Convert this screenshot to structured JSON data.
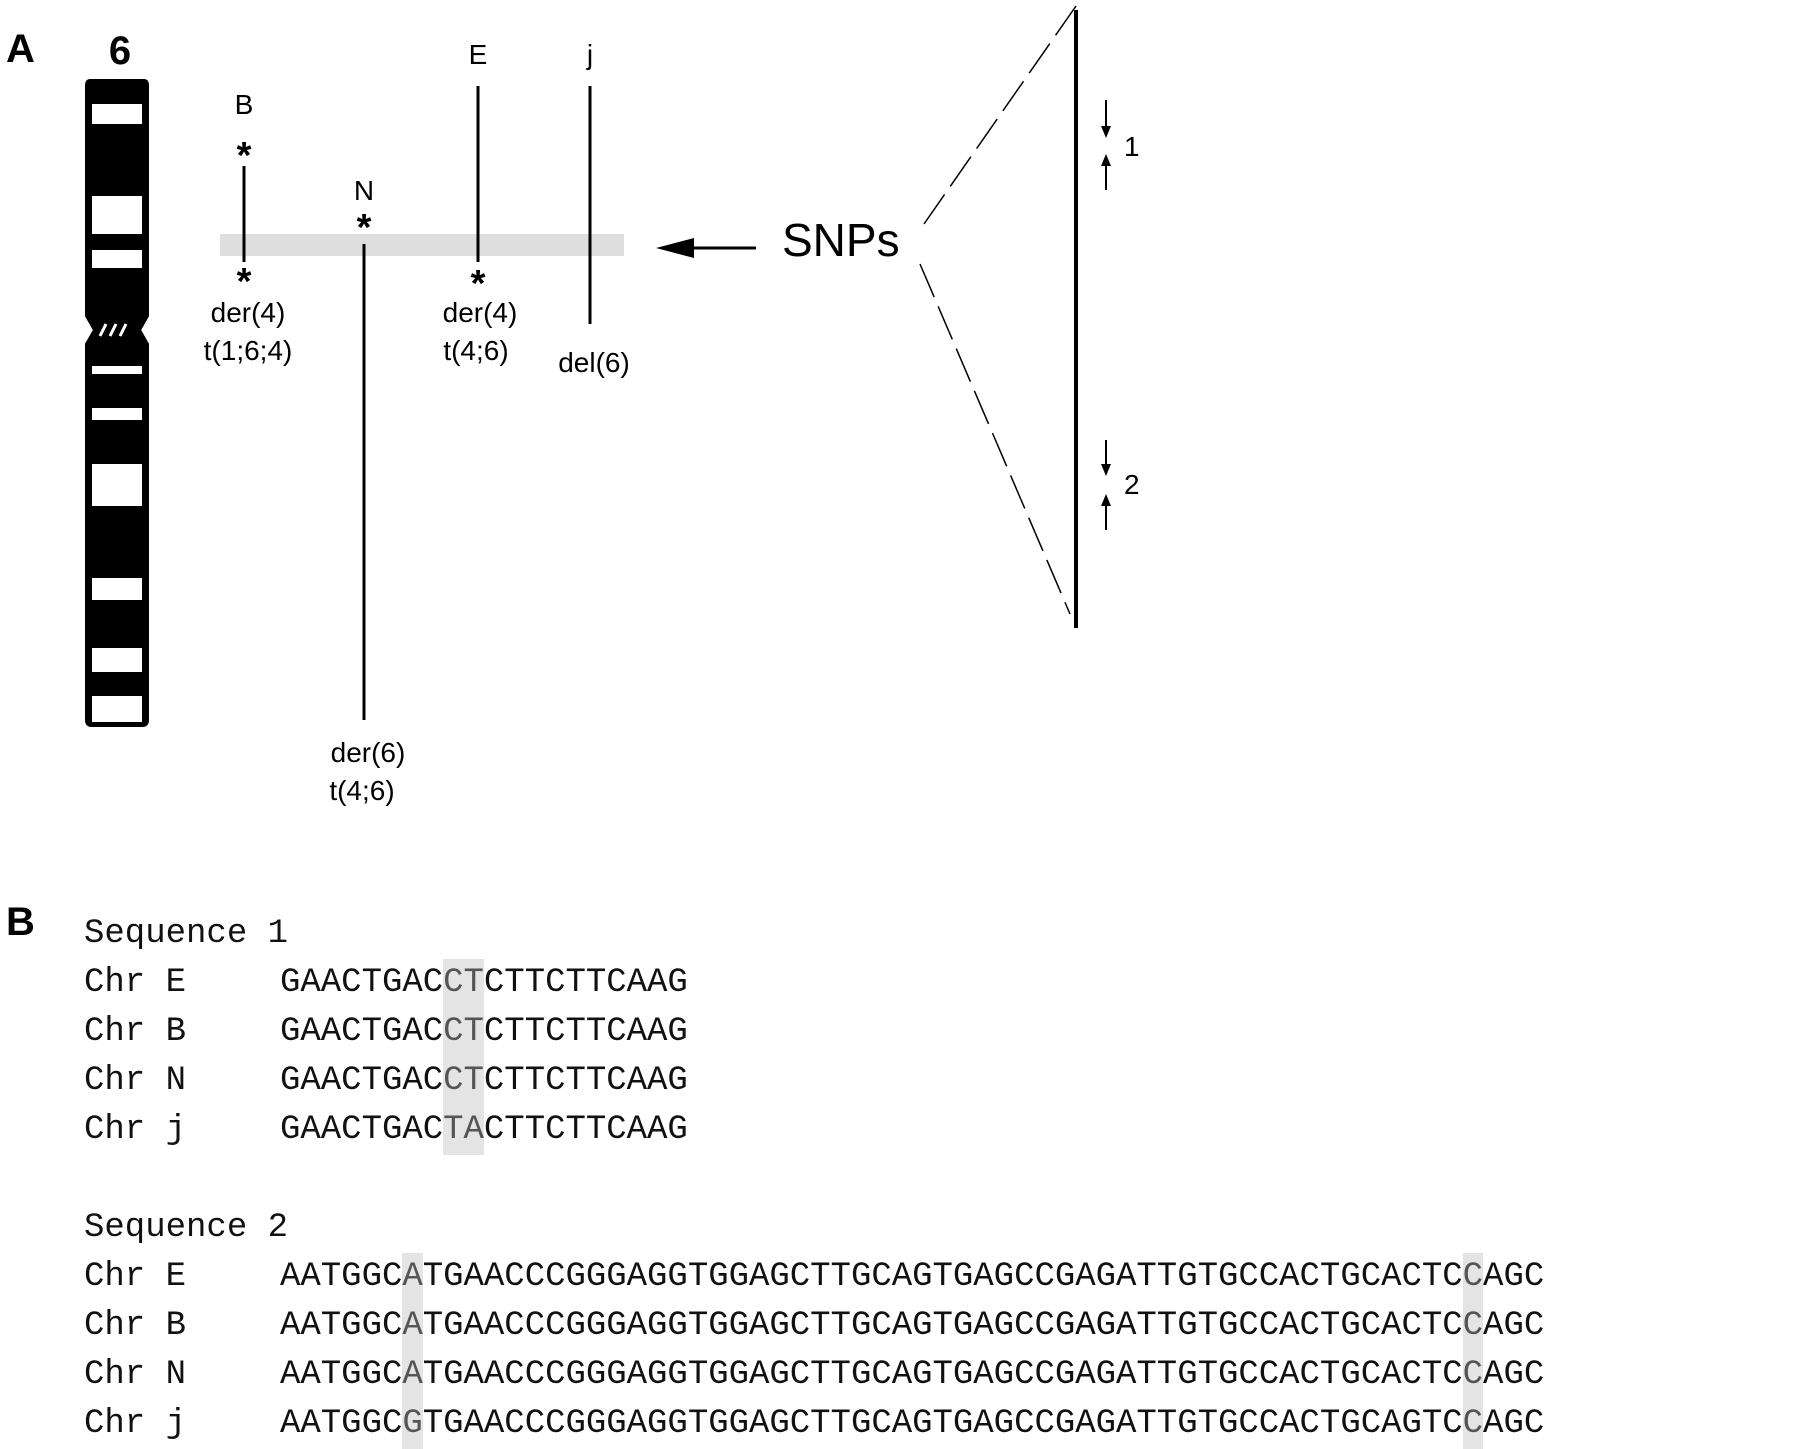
{
  "panel_a": {
    "letter": "A",
    "chromosome_label": "6",
    "lines": [
      {
        "id": "B",
        "label": "B",
        "desc1": "der(4)",
        "desc2": "t(1;6;4)",
        "star": "*"
      },
      {
        "id": "N",
        "label": "N",
        "desc1": "der(6)",
        "desc2": "t(4;6)",
        "star": "*"
      },
      {
        "id": "E",
        "label": "E",
        "desc1": "der(4)",
        "desc2": "t(4;6)",
        "star": "*"
      },
      {
        "id": "j",
        "label": "j",
        "desc1": "del(6)",
        "desc2": ""
      }
    ],
    "snps_label": "SNPs",
    "zoom_markers": [
      "1",
      "2"
    ]
  },
  "panel_b": {
    "letter": "B",
    "sequences": [
      {
        "title": "Sequence 1",
        "highlight_index": [
          8,
          9
        ],
        "rows": [
          {
            "name": "Chr E",
            "seq": "GAACTGACCTCTTCTTCAAG"
          },
          {
            "name": "Chr B",
            "seq": "GAACTGACCTCTTCTTCAAG"
          },
          {
            "name": "Chr N",
            "seq": "GAACTGACCTCTTCTTCAAG"
          },
          {
            "name": "Chr j",
            "seq": "GAACTGACTACTTCTTCAAG"
          }
        ]
      },
      {
        "title": "Sequence 2",
        "highlight_index": [
          6,
          58
        ],
        "rows": [
          {
            "name": "Chr E",
            "seq": "AATGGCATGAACCCGGGAGGTGGAGCTTGCAGTGAGCCGAGATTGTGCCACTGCACTCCAGC"
          },
          {
            "name": "Chr B",
            "seq": "AATGGCATGAACCCGGGAGGTGGAGCTTGCAGTGAGCCGAGATTGTGCCACTGCACTCCAGC"
          },
          {
            "name": "Chr N",
            "seq": "AATGGCATGAACCCGGGAGGTGGAGCTTGCAGTGAGCCGAGATTGTGCCACTGCACTCCAGC"
          },
          {
            "name": "Chr j",
            "seq": "AATGGCGTGAACCCGGGAGGTGGAGCTTGCAGTGAGCCGAGATTGTGCCACTGCAGTCCAGC"
          }
        ]
      }
    ]
  }
}
